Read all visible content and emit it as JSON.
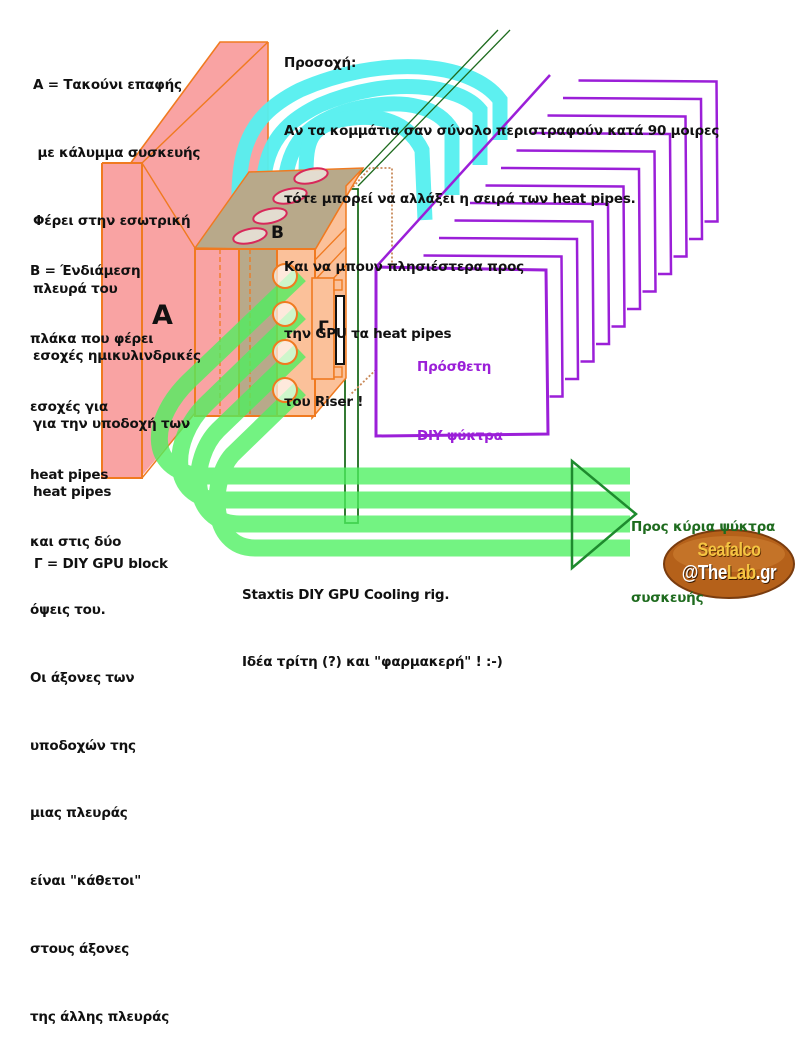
{
  "notes": {
    "part_a": [
      "Α = Τακούνι επαφής",
      " με κάλυμμα συσκευής",
      "Φέρει στην εσωτρική",
      "πλευρά του",
      "εσοχές ημικυλινδρικές",
      "για την υποδοχή των",
      "heat pipes"
    ],
    "part_b": [
      "B = Ένδιάμεση",
      "πλάκα που φέρει",
      "εσοχές για",
      "heat pipes",
      "και στις δύο",
      "όψεις του.",
      "Οι άξονες των",
      "υποδοχών της",
      "μιας πλευράς",
      "είναι \"κάθετοι\"",
      "στους άξονες",
      "της άλλης πλευράς"
    ],
    "part_c": "Γ = DIY GPU block",
    "warning": [
      "Προσοχή:",
      "Αν τα κομμάτια σαν σύνολο περιστραφούν κατά 90 μοιρες",
      "τότε μπορεί να αλλάξει η σειρά των heat pipes.",
      "Και να μπουν πλησιέστερα προς",
      "την GPU τα heat pipes",
      "του Riser !"
    ],
    "extra_heatsink": [
      "Πρόσθετη",
      "DIY ψύκτρα"
    ],
    "to_main_heatsink": [
      "Προς κύρια ψύκτρα",
      "συσκευής"
    ],
    "caption": [
      "Staxtis DIY GPU Cooling rig.",
      "Ιδέα τρίτη (?) και \"φαρμακερή\" ! :-)"
    ]
  },
  "labels": {
    "a": "A",
    "b": "B",
    "c": "Γ"
  },
  "logo": {
    "line1": "Seafalco",
    "line2_prefix": "@The",
    "line2_accent": "Lab",
    "line2_suffix": ".gr"
  },
  "colors": {
    "part_a_fill": "#F9A3A3",
    "part_a_stroke": "#F07A20",
    "block_fill": "#FBC19A",
    "plate_top": "#B8A98A",
    "heatpipe_cyan": "#55F0F0",
    "heatpipe_green": "#66F57A",
    "riser_stroke": "#1E6B1E",
    "heatsink_purple": "#9B1FD8",
    "ring_red": "#D8285A"
  }
}
